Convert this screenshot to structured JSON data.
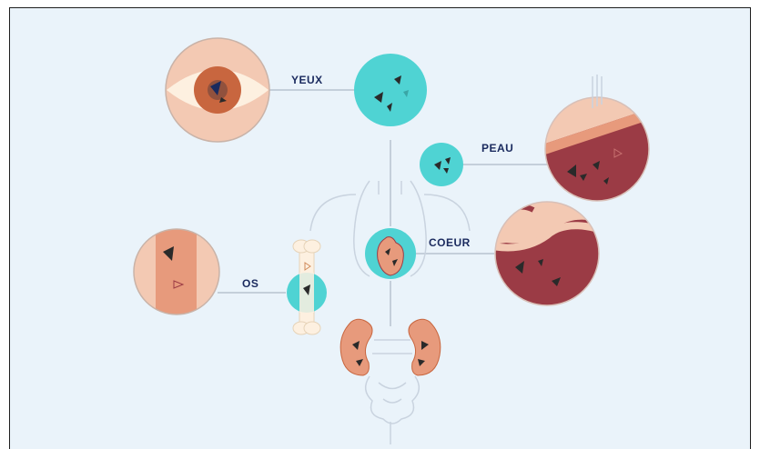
{
  "labels": {
    "eyes": "YEUX",
    "skin": "PEAU",
    "heart": "COEUR",
    "bone": "OS"
  },
  "colors": {
    "background": "#eaf3fa",
    "label": "#1a2a5e",
    "cyan": "#4fd3d3",
    "skin_light": "#f3c9b3",
    "skin_mid": "#e79a7c",
    "tissue_dark": "#9b3b45",
    "outline": "#c9d3df"
  }
}
